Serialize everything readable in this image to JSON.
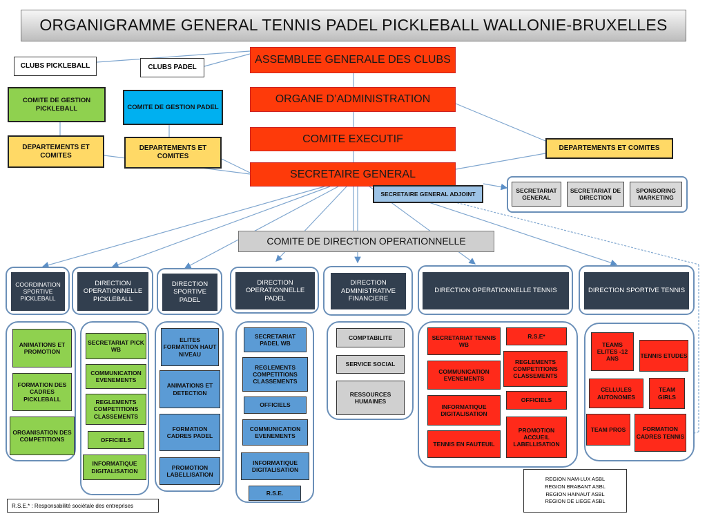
{
  "title": "ORGANIGRAMME GENERAL TENNIS PADEL PICKLEBALL WALLONIE-BRUXELLES",
  "top": {
    "clubs_pickleball": "CLUBS PICKLEBALL",
    "clubs_padel": "CLUBS PADEL",
    "assemblee": "ASSEMBLEE GENERALE DES CLUBS",
    "organe": "ORGANE D’ADMINISTRATION",
    "comite_executif": "COMITE EXECUTIF",
    "secretaire_general": "SECRETAIRE GENERAL",
    "secretaire_adjoint": "SECRETAIRE GENERAL ADJOINT",
    "comite_gestion_pickleball": "COMITE DE GESTION PICKLEBALL",
    "comite_gestion_padel": "COMITE DE GESTION PADEL",
    "dept_pickleball": "DEPARTEMENTS ET COMITES",
    "dept_padel": "DEPARTEMENTS ET COMITES",
    "dept_right": "DEPARTEMENTS ET COMITES"
  },
  "secretariat_group": [
    "SECRETARIAT GENERAL",
    "SECRETARIAT DE DIRECTION",
    "SPONSORING MARKETING"
  ],
  "codir": "COMITE DE DIRECTION OPERATIONNELLE",
  "columns": [
    {
      "header": "COORDINATION SPORTIVE PICKLEBALL",
      "items": [
        "ANIMATIONS ET PROMOTION",
        "FORMATION DES CADRES PICKLEBALL",
        "ORGANISATION DES COMPETITIONS"
      ]
    },
    {
      "header": "DIRECTION OPERATIONNELLE PICKLEBALL",
      "items": [
        "SECRETARIAT PICK WB",
        "COMMUNICATION EVENEMENTS",
        "REGLEMENTS COMPETITIONS CLASSEMENTS",
        "OFFICIELS",
        "INFORMATIQUE DIGITALISATION"
      ]
    },
    {
      "header": "DIRECTION SPORTIVE PADEL",
      "items": [
        "ELITES FORMATION HAUT NIVEAU",
        "ANIMATIONS ET DETECTION",
        "FORMATION CADRES PADEL",
        "PROMOTION LABELLISATION"
      ]
    },
    {
      "header": "DIRECTION OPERATIONNELLE PADEL",
      "items": [
        "SECRETARIAT PADEL WB",
        "REGLEMENTS COMPETITIONS CLASSEMENTS",
        "OFFICIELS",
        "COMMUNICATION EVENEMENTS",
        "INFORMATIQUE DIGITALISATION",
        "R.S.E."
      ]
    },
    {
      "header": "DIRECTION ADMINISTRATIVE FINANCIERE",
      "items": [
        "COMPTABILITE",
        "SERVICE SOCIAL",
        "RESSOURCES HUMAINES"
      ]
    },
    {
      "header": "DIRECTION OPERATIONNELLE TENNIS",
      "items": [
        "SECRETARIAT TENNIS WB",
        "R.S.E*",
        "COMMUNICATION EVENEMENTS",
        "REGLEMENTS COMPETITIONS CLASSEMENTS",
        "INFORMATIQUE DIGITALISATION",
        "OFFICIELS",
        "TENNIS EN FAUTEUIL",
        "PROMOTION ACCUEIL LABELLISATION"
      ]
    },
    {
      "header": "DIRECTION SPORTIVE TENNIS",
      "items": [
        "TEAMS ELITES -12 ANS",
        "TENNIS ETUDES",
        "CELLULES AUTONOMES",
        "TEAM GIRLS",
        "TEAM PROS",
        "FORMATION CADRES TENNIS"
      ]
    }
  ],
  "footnote": "R.S.E.* : Responsabilité sociétale des entreprises",
  "regions": [
    "REGION NAM-LUX ASBL",
    "REGION BRABANT ASBL",
    "REGION HAINAUT ASBL",
    "REGION DE LIEGE ASBL"
  ],
  "colors": {
    "main_red": "#fe3a0a",
    "navy": "#323f4f",
    "green": "#8fd14f",
    "blue": "#5b9bd5",
    "yellow": "#ffd966",
    "cyan": "#00b0f0",
    "frame": "#6a8fb8"
  }
}
